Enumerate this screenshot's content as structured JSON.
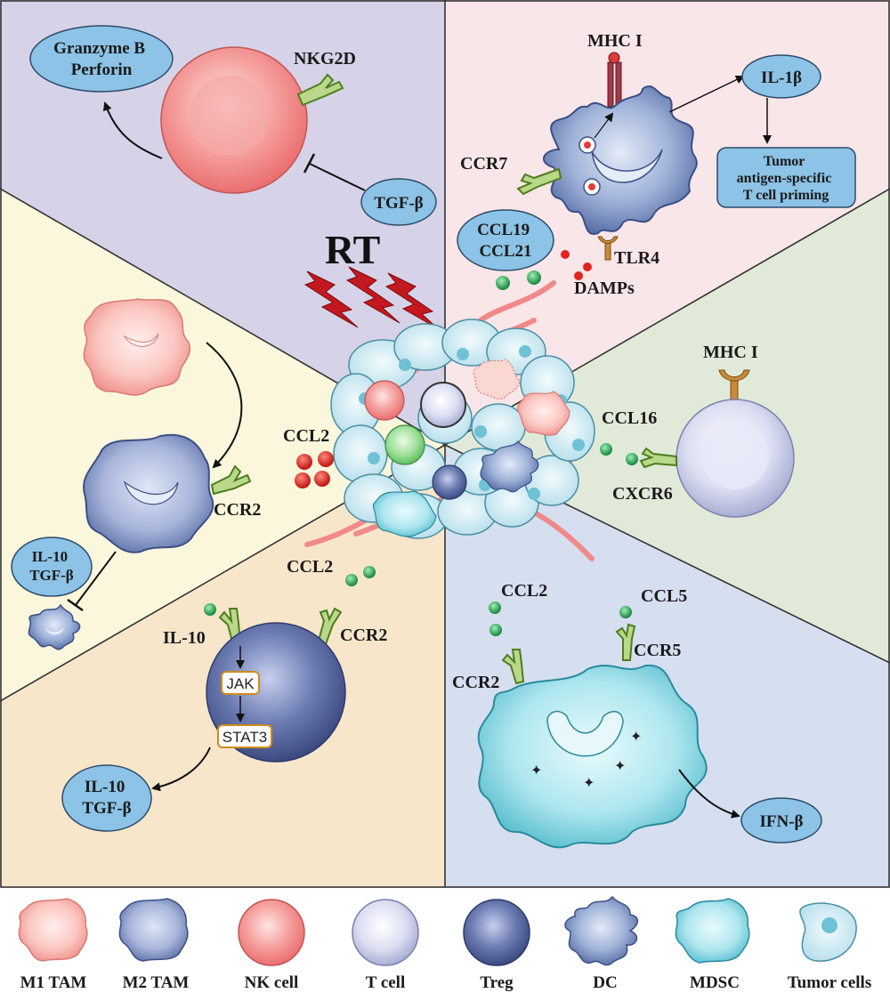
{
  "center": {
    "rt_label": "RT"
  },
  "nk_panel": {
    "output": [
      "Granzyme B",
      "Perforin"
    ],
    "receptor": "NKG2D",
    "inhibitor": "TGF-β"
  },
  "dc_panel": {
    "mhc": "MHC I",
    "cytokine": "IL-1β",
    "outcome": [
      "Tumor",
      "antigen-specific",
      "T cell priming"
    ],
    "receptor_ccr7": "CCR7",
    "chemokines": [
      "CCL19",
      "CCL21"
    ],
    "tlr": "TLR4",
    "damps": "DAMPs"
  },
  "tcell_panel": {
    "mhc": "MHC I",
    "chemokine": "CCL16",
    "receptor": "CXCR6"
  },
  "mdsc_panel": {
    "chemokine_ccl2": "CCL2",
    "chemokine_ccl5": "CCL5",
    "receptor_ccr5": "CCR5",
    "receptor_ccr2": "CCR2",
    "output": "IFN-β"
  },
  "treg_panel": {
    "chemokine": "CCL2",
    "il10": "IL-10",
    "receptor": "CCR2",
    "pathway": [
      "JAK",
      "STAT3"
    ],
    "output": [
      "IL-10",
      "TGF-β"
    ]
  },
  "tam_panel": {
    "chemokine": "CCL2",
    "receptor": "CCR2",
    "output": [
      "IL-10",
      "TGF-β"
    ]
  },
  "legend": [
    {
      "label": "M1 TAM"
    },
    {
      "label": "M2 TAM"
    },
    {
      "label": "NK cell"
    },
    {
      "label": "T cell"
    },
    {
      "label": "Treg"
    },
    {
      "label": "DC"
    },
    {
      "label": "MDSC"
    },
    {
      "label": "Tumor cells"
    }
  ],
  "colors": {
    "nk_bg": "#d6d3e8",
    "dc_bg": "#f9e6e8",
    "tcell_bg": "#e1ead8",
    "mdsc_bg": "#d5dff0",
    "treg_bg": "#f8e6cb",
    "tam_bg": "#fbf7dc",
    "oval": "#8cc3e6",
    "nk_cell": "#f28a89",
    "t_cell": "#d6d8ef",
    "treg": "#5d6ea5",
    "m1_tam": "#f7b5b0",
    "m2_tam": "#7e8fbd",
    "dc": "#5f79ad",
    "mdsc": "#7fd0dc",
    "tumor": "#bde3ee",
    "rt_bolt": "#c2181f",
    "ccl2_red": "#d42a22",
    "chemokine_green": "#2e9e55"
  }
}
